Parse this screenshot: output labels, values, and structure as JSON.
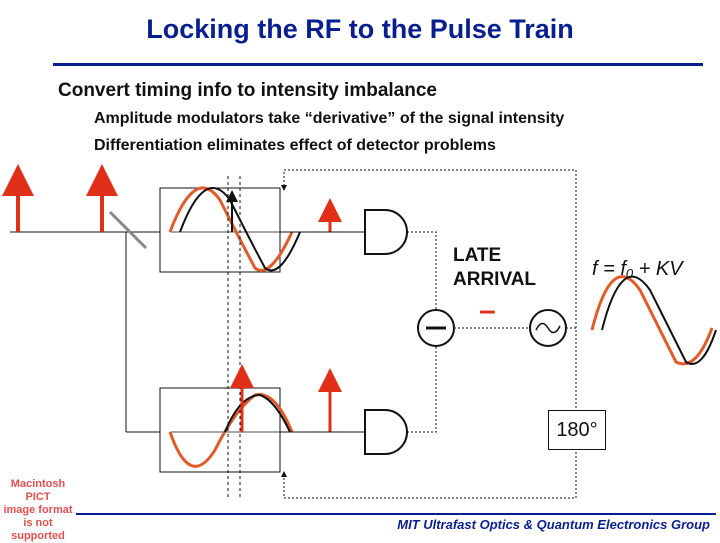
{
  "title": "Locking the RF to the Pulse Train",
  "subtitle": "Convert timing info to intensity imbalance",
  "bullets": [
    "Amplitude modulators take “derivative” of the signal intensity",
    "Differentiation eliminates effect of detector problems"
  ],
  "labels": {
    "late_line1": "LATE",
    "late_line2": "ARRIVAL",
    "freq_prefix": "f = f",
    "freq_sub": "0",
    "freq_suffix": " + KV",
    "minus_sign": "–",
    "phase_shift": "180°"
  },
  "pict_notice": [
    "Macintosh PICT",
    "image format",
    "is not supported"
  ],
  "footer": "MIT Ultrafast Optics & Quantum Electronics Group",
  "colors": {
    "title": "#0a1f8f",
    "pulse": "#e0301a",
    "wave_red": "#e05a2a",
    "wave_black": "#111111"
  }
}
